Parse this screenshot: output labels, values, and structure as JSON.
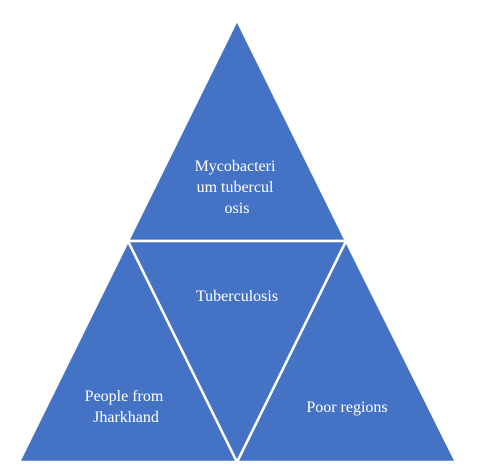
{
  "diagram": {
    "fill_color": "#4472c4",
    "stroke_color": "#ffffff",
    "top": {
      "lines": [
        "Mycobacteri",
        "um tubercul",
        "osis"
      ]
    },
    "center": {
      "lines": [
        "Tuberculosis"
      ]
    },
    "bottom_left": {
      "lines": [
        "People from",
        "Jharkhand"
      ]
    },
    "bottom_right": {
      "lines": [
        "Poor regions"
      ]
    }
  }
}
